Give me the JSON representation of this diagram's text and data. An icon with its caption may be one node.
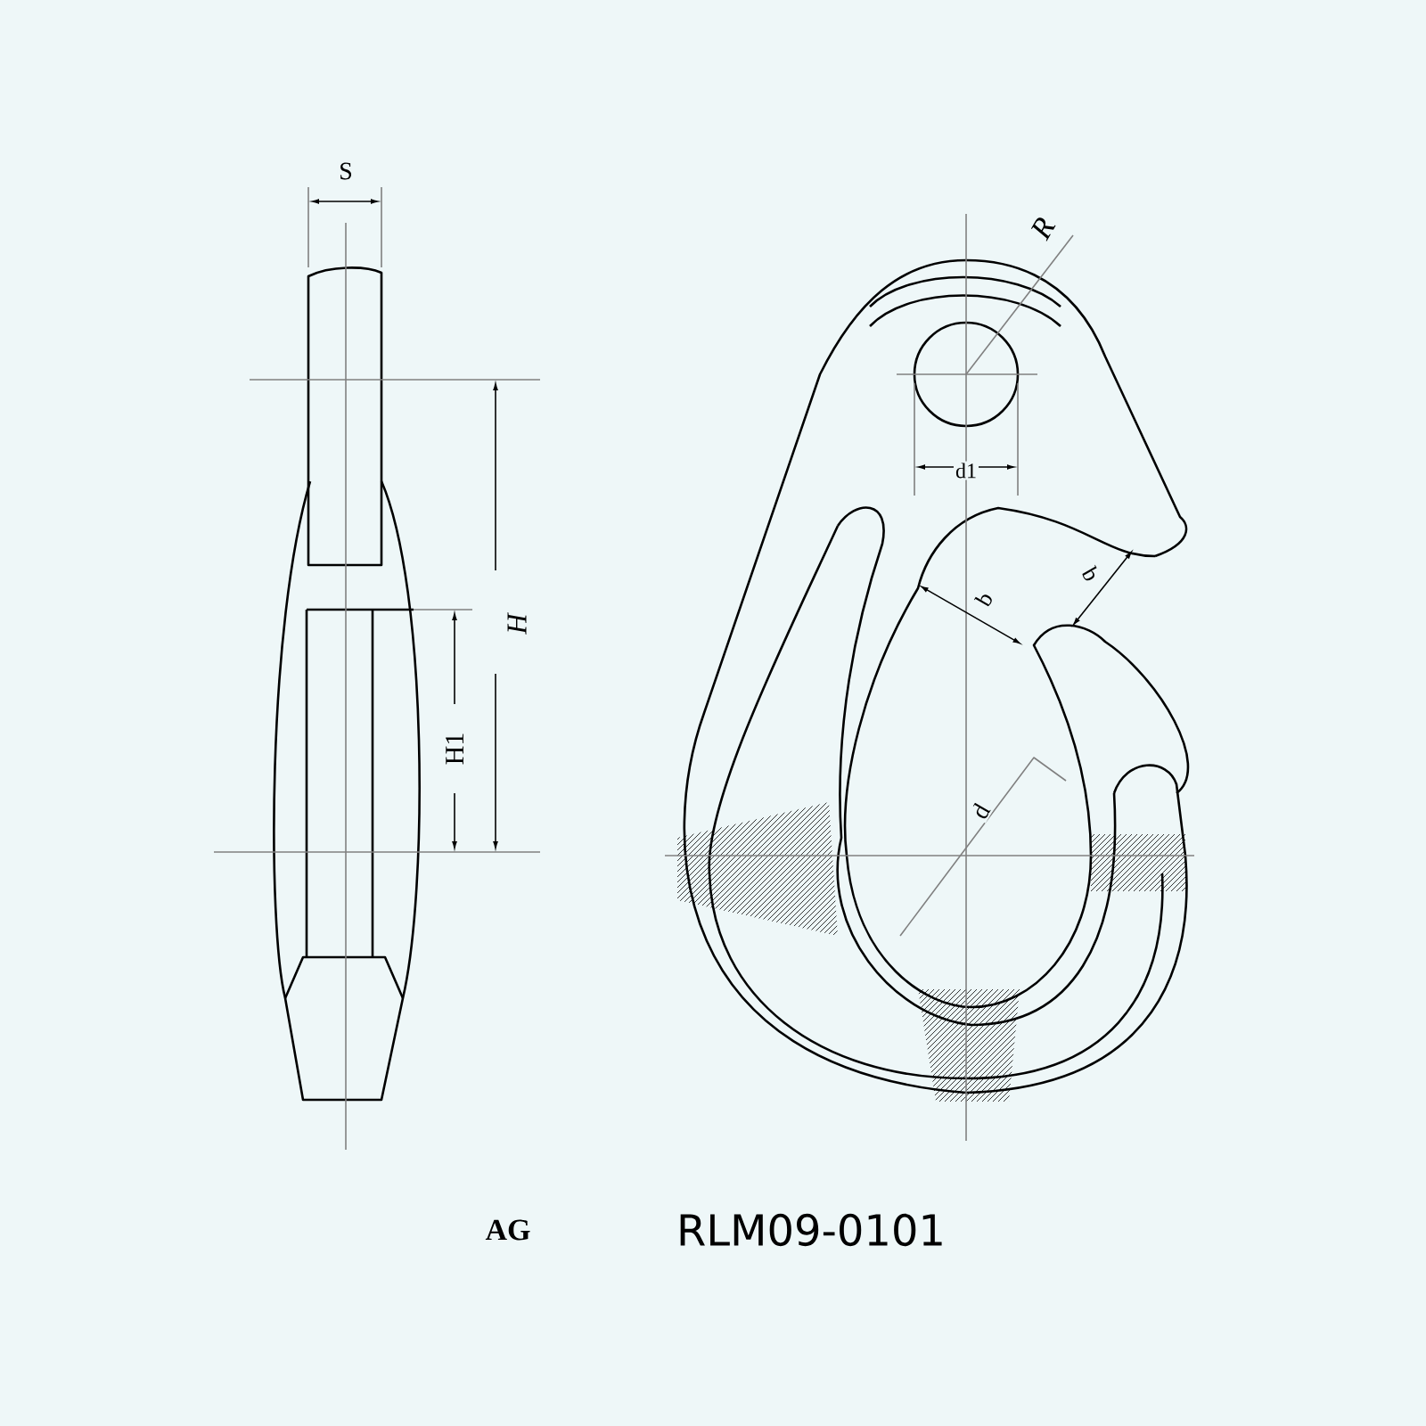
{
  "diagram": {
    "labels": [
      "S",
      "H",
      "H1",
      "R",
      "d1",
      "b",
      "b",
      "d",
      "AG",
      "RLM09-0101"
    ]
  }
}
